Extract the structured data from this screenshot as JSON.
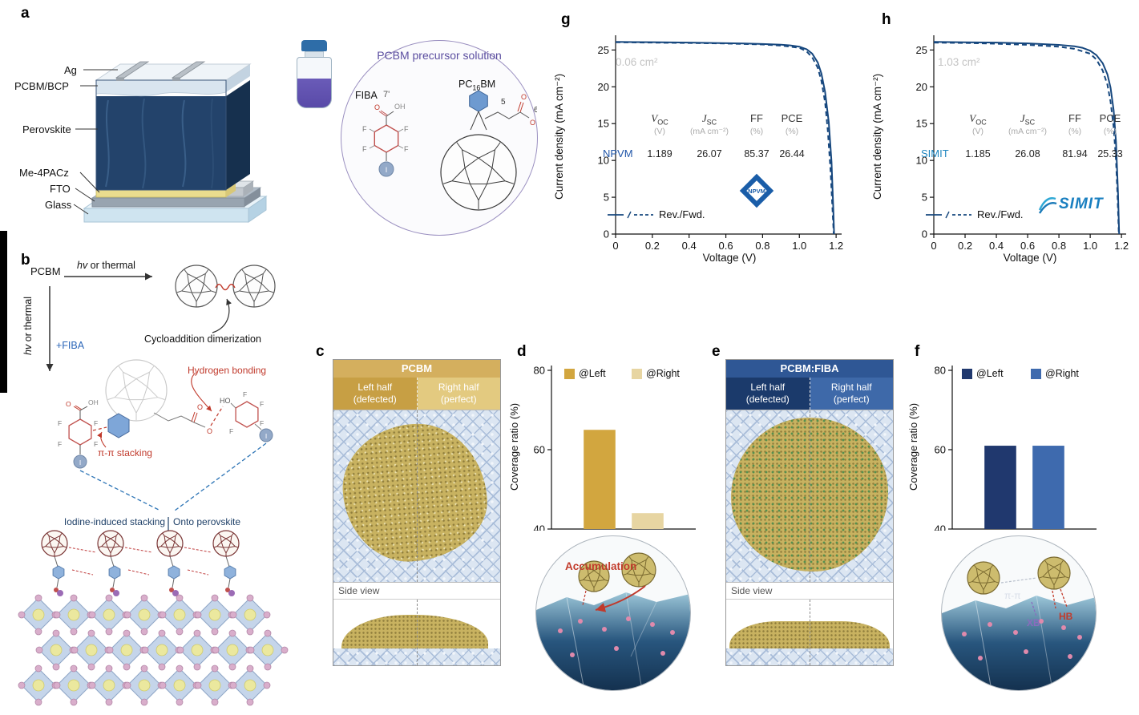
{
  "panels": {
    "a": "a",
    "b": "b",
    "c": "c",
    "d": "d",
    "e": "e",
    "f": "f",
    "g": "g",
    "h": "h"
  },
  "atoms": {
    "F": "F",
    "O": "O",
    "HO": "HO",
    "OH": "OH",
    "I": "I"
  },
  "panel_a": {
    "layers": [
      "Ag",
      "PCBM/BCP",
      "Perovskite",
      "Me-4PACz",
      "FTO",
      "Glass"
    ],
    "solution_title": "PCBM precursor solution",
    "fiba_label": "FIBA",
    "seven_prime": "7'",
    "pc16bm_pre": "PC",
    "pc16bm_sub": "16",
    "pc16bm_post": "BM",
    "num5": "5",
    "num6": "6"
  },
  "panel_b": {
    "pcbm": "PCBM",
    "hv": "hv",
    "or_thermal": " or thermal",
    "plus_fiba": "+FIBA",
    "cycloaddition": "Cycloaddition dimerization",
    "hydrogen_bonding": "Hydrogen bonding",
    "pi_pi_stacking": "π-π stacking",
    "iodine_induced": "Iodine-induced stacking",
    "onto_perovskite": "Onto perovskite"
  },
  "panel_c": {
    "title": "PCBM",
    "left_header_1": "Left half",
    "left_header_2": "(defected)",
    "right_header_1": "Right half",
    "right_header_2": "(perfect)",
    "side_view": "Side view"
  },
  "panel_e": {
    "title": "PCBM:FIBA",
    "left_header_1": "Left half",
    "left_header_2": "(defected)",
    "right_header_1": "Right half",
    "right_header_2": "(perfect)",
    "side_view": "Side view"
  },
  "panel_d": {
    "accumulation": "Accumulation"
  },
  "panel_f": {
    "pi_pi": "π-π",
    "xb": "XB",
    "hb": "HB"
  },
  "panel_g": {
    "area": "0.06 cm²",
    "legend": "Rev./Fwd.",
    "logo": "NPVM",
    "table": {
      "voc_main": "V",
      "voc_sub": "OC",
      "jsc_main": "J",
      "jsc_sub": "SC",
      "ff": "FF",
      "pce": "PCE",
      "voc_unit": "(V)",
      "jsc_unit": "(mA cm⁻²)",
      "ff_unit": "(%)",
      "pce_unit": "(%)",
      "device": "NPVM",
      "voc": "1.189",
      "jsc": "26.07",
      "ff_val": "85.37",
      "pce_val": "26.44"
    }
  },
  "panel_h": {
    "area": "1.03 cm²",
    "legend": "Rev./Fwd.",
    "logo": "SIMIT",
    "table": {
      "voc_main": "V",
      "voc_sub": "OC",
      "jsc_main": "J",
      "jsc_sub": "SC",
      "ff": "FF",
      "pce": "PCE",
      "voc_unit": "(V)",
      "jsc_unit": "(mA cm⁻²)",
      "ff_unit": "(%)",
      "pce_unit": "(%)",
      "device": "SIMIT",
      "voc": "1.185",
      "jsc": "26.08",
      "ff_val": "81.94",
      "pce_val": "25.33"
    }
  },
  "chart_data": [
    {
      "id": "coverage-pcbm",
      "panel": "d",
      "type": "bar",
      "categories": [
        "@Left",
        "@Right"
      ],
      "values": [
        65,
        44
      ],
      "colors": [
        "#D2A63F",
        "#E7D5A2"
      ],
      "ylabel": "Coverage ratio (%)",
      "ylim": [
        40,
        80
      ],
      "yticks": [
        40,
        60,
        80
      ],
      "legend_position": "top"
    },
    {
      "id": "coverage-pcbm-fiba",
      "panel": "f",
      "type": "bar",
      "categories": [
        "@Left",
        "@Right"
      ],
      "values": [
        61,
        61
      ],
      "colors": [
        "#20386E",
        "#3E6AAE"
      ],
      "ylabel": "Coverage ratio (%)",
      "ylim": [
        40,
        80
      ],
      "yticks": [
        40,
        60,
        80
      ],
      "legend_position": "top"
    },
    {
      "id": "jv-small-area",
      "panel": "g",
      "type": "line",
      "title": "0.06 cm²",
      "xlabel": "Voltage (V)",
      "ylabel": "Current density (mA cm⁻²)",
      "xlim": [
        0,
        1.23
      ],
      "ylim": [
        0,
        27
      ],
      "xticks": [
        "0",
        "0.2",
        "0.4",
        "0.6",
        "0.8",
        "1.0",
        "1.2"
      ],
      "yticks": [
        0,
        5,
        10,
        15,
        20,
        25
      ],
      "line_color": "#16477E",
      "legend": "Rev./Fwd.",
      "series": [
        {
          "name": "Rev.",
          "style": "solid",
          "x": [
            0,
            0.1,
            0.2,
            0.3,
            0.4,
            0.5,
            0.6,
            0.7,
            0.8,
            0.9,
            0.95,
            1.0,
            1.04,
            1.07,
            1.1,
            1.12,
            1.14,
            1.16,
            1.175,
            1.185,
            1.189
          ],
          "y": [
            26.1,
            26.08,
            26.06,
            26.03,
            26.0,
            25.97,
            25.93,
            25.88,
            25.82,
            25.72,
            25.62,
            25.45,
            25.1,
            24.5,
            23.3,
            21.8,
            19.3,
            15.2,
            9.8,
            3.2,
            0
          ]
        },
        {
          "name": "Fwd.",
          "style": "dashed",
          "x": [
            0,
            0.2,
            0.4,
            0.6,
            0.8,
            0.9,
            1.0,
            1.04,
            1.07,
            1.1,
            1.12,
            1.14,
            1.155,
            1.17,
            1.182,
            1.187
          ],
          "y": [
            26.05,
            26.0,
            25.95,
            25.88,
            25.75,
            25.6,
            25.3,
            24.8,
            24.0,
            22.6,
            20.8,
            17.9,
            14.0,
            8.5,
            2.5,
            0
          ]
        }
      ],
      "metrics": {
        "device": "NPVM",
        "Voc_V": 1.189,
        "Jsc_mA_cm2": 26.07,
        "FF_pct": 85.37,
        "PCE_pct": 26.44
      }
    },
    {
      "id": "jv-large-area",
      "panel": "h",
      "type": "line",
      "title": "1.03 cm²",
      "xlabel": "Voltage (V)",
      "ylabel": "Current density (mA cm⁻²)",
      "xlim": [
        0,
        1.23
      ],
      "ylim": [
        0,
        27
      ],
      "xticks": [
        "0",
        "0.2",
        "0.4",
        "0.6",
        "0.8",
        "1.0",
        "1.2"
      ],
      "yticks": [
        0,
        5,
        10,
        15,
        20,
        25
      ],
      "line_color": "#16477E",
      "legend": "Rev./Fwd.",
      "series": [
        {
          "name": "Rev.",
          "style": "solid",
          "x": [
            0,
            0.2,
            0.4,
            0.6,
            0.8,
            0.9,
            0.95,
            1.0,
            1.04,
            1.08,
            1.11,
            1.13,
            1.15,
            1.165,
            1.178,
            1.185
          ],
          "y": [
            26.1,
            26.05,
            26.0,
            25.9,
            25.7,
            25.5,
            25.3,
            24.9,
            24.3,
            23.2,
            21.7,
            19.9,
            16.8,
            12.5,
            5.5,
            0
          ]
        },
        {
          "name": "Fwd.",
          "style": "dashed",
          "x": [
            0,
            0.2,
            0.4,
            0.6,
            0.8,
            0.9,
            1.0,
            1.04,
            1.08,
            1.11,
            1.13,
            1.15,
            1.165,
            1.175,
            1.183
          ],
          "y": [
            26.0,
            25.95,
            25.85,
            25.7,
            25.45,
            25.15,
            24.5,
            23.7,
            22.2,
            20.3,
            18.0,
            14.5,
            10.0,
            5.0,
            0
          ]
        }
      ],
      "metrics": {
        "device": "SIMIT",
        "Voc_V": 1.185,
        "Jsc_mA_cm2": 26.08,
        "FF_pct": 81.94,
        "PCE_pct": 25.33
      }
    }
  ]
}
